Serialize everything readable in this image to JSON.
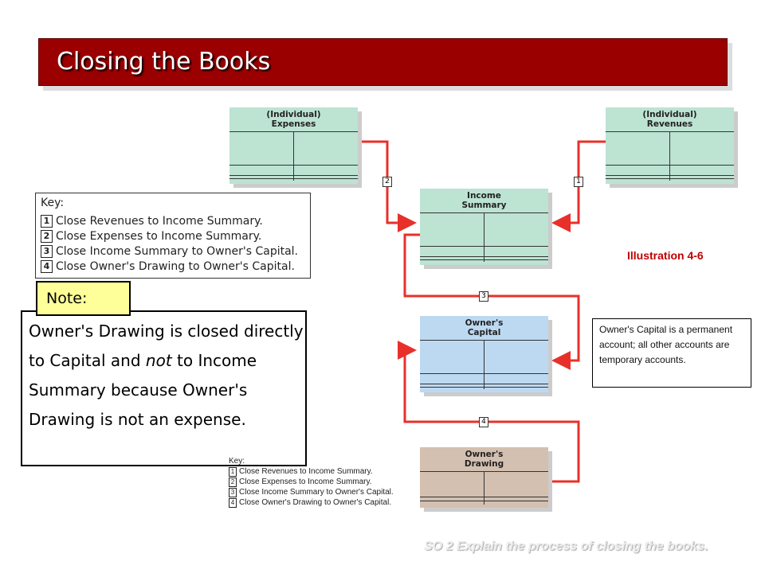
{
  "title": "Closing the Books",
  "accounts": {
    "expenses": "(Individual)\nExpenses",
    "revenues": "(Individual)\nRevenues",
    "income_summary": "Income\nSummary",
    "owners_capital": "Owner's\nCapital",
    "owners_drawing": "Owner's\nDrawing"
  },
  "step_numbers": [
    "1",
    "2",
    "3",
    "4"
  ],
  "key": {
    "label": "Key:",
    "items": [
      {
        "n": "1",
        "text": "Close Revenues to Income Summary."
      },
      {
        "n": "2",
        "text": "Close Expenses to Income Summary."
      },
      {
        "n": "3",
        "text": "Close Income Summary to Owner's Capital."
      },
      {
        "n": "4",
        "text": "Close Owner's Drawing to Owner's Capital."
      }
    ]
  },
  "note": {
    "label": "Note:",
    "text_before": "Owner's Drawing is closed directly to Capital and ",
    "text_em": "not",
    "text_after": " to Income Summary because Owner's Drawing is not an expense."
  },
  "illustration": "Illustration 4-6",
  "capital_note": "Owner's Capital is a permanent account; all other accounts are temporary accounts.",
  "footer": "SO 2  Explain the process of closing the books.",
  "colors": {
    "banner": "#9b0000",
    "arrow": "#e8302a",
    "green": "#bde3d3",
    "blue": "#bdd9f2",
    "tan": "#d3c0b0"
  }
}
